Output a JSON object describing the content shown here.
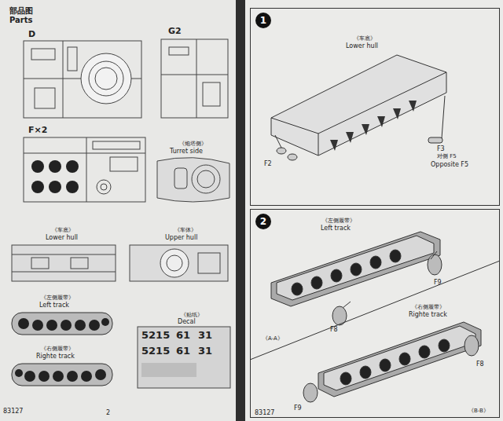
{
  "diagram": {
    "nodes": [
      {
        "text": [
          "1"
        ]
      },
      {
        "text": [
          "2"
        ]
      }
    ],
    "labels": [
      "部品图",
      "Parts",
      "D",
      "G2",
      "F×2",
      "《炮塔侧》",
      "Turret side",
      "《车底》",
      "Lower hull",
      "《车体》",
      "Upper hull",
      "《左侧履带》",
      "Left track",
      "《右侧履带》",
      "Righte track",
      "《贴纸》",
      "Decal",
      "5215",
      "61",
      "31",
      "5215",
      "61",
      "31",
      "83127",
      "2",
      "《车底》",
      "Lower hull",
      "F3",
      "对侧 F5",
      "Opposite F5",
      "F2",
      "《左侧履带》",
      "Left track",
      "F9",
      "F8",
      "《A-A》",
      "F8",
      "《右侧履带》",
      "Righte track",
      "F9",
      "《B-B》",
      "83127"
    ]
  }
}
